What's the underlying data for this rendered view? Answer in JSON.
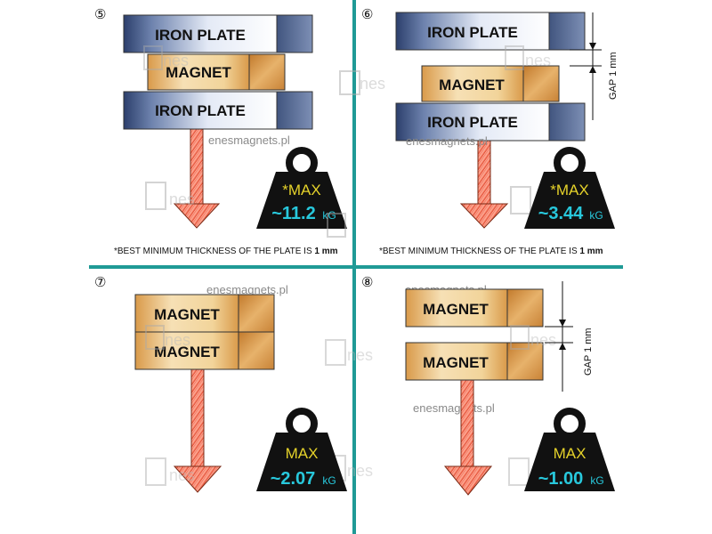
{
  "watermark_url": "enesmagnets.pl",
  "logo_text": "nes",
  "labels": {
    "iron_plate": "IRON PLATE",
    "magnet": "MAGNET",
    "unit": "kG",
    "gap": "GAP 1 mm"
  },
  "colors": {
    "divider": "#1f9a96",
    "weight_body": "#111111",
    "label_yellow": "#e5d22a",
    "value_cyan": "#28c8dc",
    "arrow_red": "#e23a1c"
  },
  "panels": [
    {
      "number": "⑤",
      "max_label": "*MAX",
      "value": "~11.2",
      "note_prefix": "*BEST MINIMUM THICKNESS OF THE PLATE IS ",
      "note_bold": "1 mm"
    },
    {
      "number": "⑥",
      "max_label": "*MAX",
      "value": "~3.44",
      "note_prefix": "*BEST MINIMUM THICKNESS OF THE PLATE IS ",
      "note_bold": "1 mm"
    },
    {
      "number": "⑦",
      "max_label": "MAX",
      "value": "~2.07"
    },
    {
      "number": "⑧",
      "max_label": "MAX",
      "value": "~1.00"
    }
  ]
}
